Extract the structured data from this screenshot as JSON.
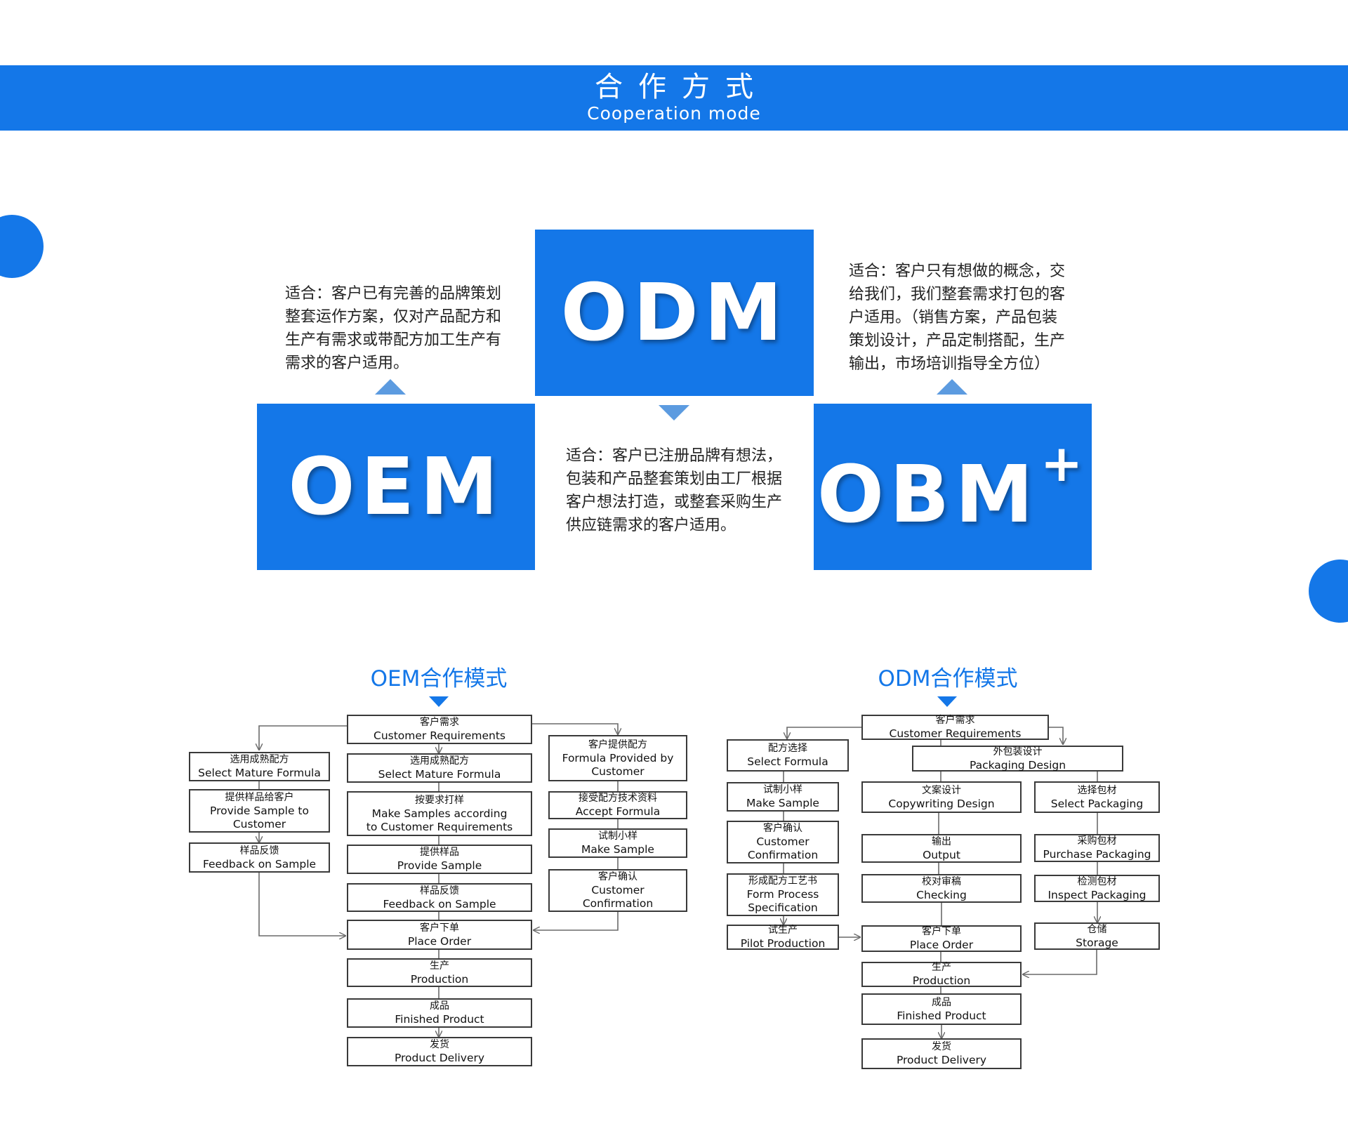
{
  "header": {
    "title_cn": "合作方式",
    "title_en": "Cooperation mode"
  },
  "modes": {
    "oem": {
      "label": "OEM",
      "desc": "适合：客户已有完善的品牌策划整套运作方案，仅对产品配方和生产有需求或带配方加工生产有需求的客户适用。"
    },
    "odm": {
      "label": "ODM",
      "desc": "适合：客户已注册品牌有想法，包装和产品整套策划由工厂根据客户想法打造，或整套采购生产供应链需求的客户适用。"
    },
    "obm": {
      "label": "OBM",
      "sup": "+",
      "desc": "适合：客户只有想做的概念，交给我们，我们整套需求打包的客户适用。（销售方案，产品包装策划设计，产品定制搭配，生产输出，市场培训指导全方位）"
    }
  },
  "flowcharts": {
    "oem": {
      "title": "OEM合作模式",
      "nodes": {
        "req": {
          "cn": "客户需求",
          "en": "Customer Requirements"
        },
        "l_mature": {
          "cn": "选用成熟配方",
          "en": "Select Mature Formula"
        },
        "l_sample": {
          "cn": "提供样品给客户",
          "en1": "Provide Sample to",
          "en2": "Customer"
        },
        "l_feedback": {
          "cn": "样品反馈",
          "en": "Feedback on Sample"
        },
        "c_mature": {
          "cn": "选用成熟配方",
          "en": "Select Mature Formula"
        },
        "c_make": {
          "cn": "按要求打样",
          "en1": "Make Samples according",
          "en2": "to Customer Requirements"
        },
        "c_provide": {
          "cn": "提供样品",
          "en": "Provide Sample"
        },
        "c_feedback": {
          "cn": "样品反馈",
          "en": "Feedback on Sample"
        },
        "c_order": {
          "cn": "客户下单",
          "en": "Place Order"
        },
        "c_production": {
          "cn": "生产",
          "en": "Production"
        },
        "c_finished": {
          "cn": "成品",
          "en": "Finished Product"
        },
        "c_delivery": {
          "cn": "发货",
          "en": "Product Delivery"
        },
        "r_formula": {
          "cn": "客户提供配方",
          "en1": "Formula Provided by",
          "en2": "Customer"
        },
        "r_accept": {
          "cn": "接受配方技术资料",
          "en": "Accept Formula"
        },
        "r_make": {
          "cn": "试制小样",
          "en": "Make Sample"
        },
        "r_confirm": {
          "cn": "客户确认",
          "en1": "Customer",
          "en2": "Confirmation"
        }
      }
    },
    "odm": {
      "title": "ODM合作模式",
      "nodes": {
        "req": {
          "cn": "客户需求",
          "en": "Customer Requirements"
        },
        "pack_design": {
          "cn": "外包装设计",
          "en": "Packaging Design"
        },
        "l_select": {
          "cn": "配方选择",
          "en": "Select Formula"
        },
        "l_make": {
          "cn": "试制小样",
          "en": "Make Sample"
        },
        "l_confirm": {
          "cn": "客户确认",
          "en1": "Customer",
          "en2": "Confirmation"
        },
        "l_form": {
          "cn": "形成配方工艺书",
          "en1": "Form Process",
          "en2": "Specification"
        },
        "l_pilot": {
          "cn": "试生产",
          "en": "Pilot Production"
        },
        "m_copy": {
          "cn": "文案设计",
          "en": "Copywriting Design"
        },
        "m_output": {
          "cn": "输出",
          "en": "Output"
        },
        "m_check": {
          "cn": "校对审稿",
          "en": "Checking"
        },
        "m_order": {
          "cn": "客户下单",
          "en": "Place Order"
        },
        "m_production": {
          "cn": "生产",
          "en": "Production"
        },
        "m_finished": {
          "cn": "成品",
          "en": "Finished Product"
        },
        "m_delivery": {
          "cn": "发货",
          "en": "Product Delivery"
        },
        "r_select": {
          "cn": "选择包材",
          "en": "Select Packaging"
        },
        "r_purchase": {
          "cn": "采购包材",
          "en": "Purchase Packaging"
        },
        "r_inspect": {
          "cn": "检测包材",
          "en": "Inspect Packaging"
        },
        "r_storage": {
          "cn": "仓储",
          "en": "Storage"
        }
      }
    }
  },
  "colors": {
    "brand_blue": "#1477e8",
    "triangle_blue": "#5c9be0",
    "line_gray": "#6a6a6a"
  }
}
